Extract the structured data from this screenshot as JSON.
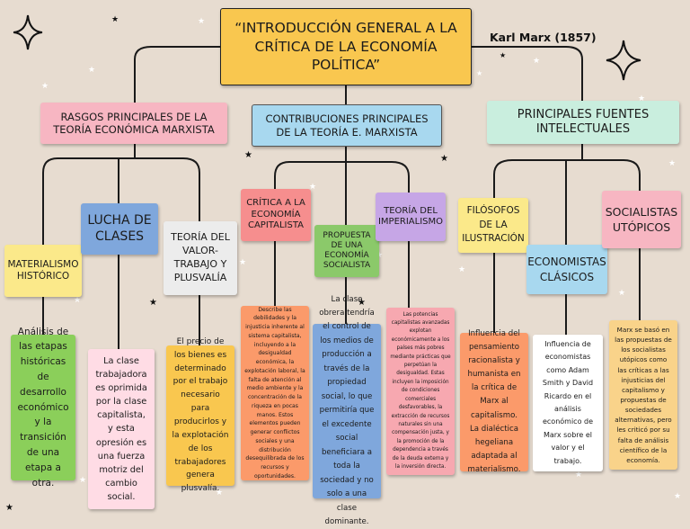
{
  "title": "“INTRODUCCIÓN GENERAL A LA CRÍTICA DE LA ECONOMÍA POLÍTICA”",
  "author": "Karl Marx (1857)",
  "colors": {
    "background": "#e7dcd0",
    "title": "#f9c74f",
    "pink": "#f7b6c2",
    "lightblue": "#a8d8ef",
    "mint": "#c9eede",
    "blue": "#7fa7dc",
    "yellow": "#fbe98a",
    "lightgray": "#ececec",
    "coral": "#f68e8e",
    "green": "#8bc96a",
    "lavender": "#c6a6e6",
    "green_leaf": "#8bcf5a",
    "pink_leaf": "#ffdce5",
    "orange_leaf": "#f9c74f",
    "salmon_leaf": "#fb9a6a",
    "blue_leaf": "#7fa7dc",
    "peach_leaf": "#f7a8b0",
    "lines": "#1a1a1a"
  },
  "branches": {
    "rasgos": "RASGOS PRINCIPALES DE LA TEORÍA ECONÓMICA MARXISTA",
    "contribuciones": "CONTRIBUCIONES PRINCIPALES DE LA TEORÍA E. MARXISTA",
    "fuentes": "PRINCIPALES FUENTES INTELECTUALES"
  },
  "subnodes": {
    "materialismo": "MATERIALISMO HISTÓRICO",
    "lucha": "LUCHA DE CLASES",
    "valor": "TEORÍA DEL VALOR-TRABAJO Y PLUSVALÍA",
    "critica": "CRÍTICA A LA ECONOMÍA CAPITALISTA",
    "propuesta": "PROPUESTA DE UNA ECONOMÍA SOCIALISTA",
    "imperialismo": "TEORÍA DEL IMPERIALISMO",
    "filosofos": "FILÓSOFOS DE LA ILUSTRACIÓN",
    "economistas": "ECONOMISTAS CLÁSICOS",
    "socialistas": "SOCIALISTAS UTÓPICOS"
  },
  "leaves": {
    "materialismo": "Análisis de las etapas históricas de desarrollo económico y la transición de una etapa a otra.",
    "lucha": "La clase trabajadora es oprimida por la clase capitalista, y esta opresión es una fuerza motriz del cambio social.",
    "valor": "El precio de los bienes es determinado por el trabajo necesario para producirlos y la explotación de los trabajadores genera plusvalía.",
    "critica": "Describe las debilidades y la injusticia inherente al sistema capitalista, incluyendo a la desigualdad económica, la explotación laboral, la falta de atención al medio ambiente y la concentración de la riqueza en pocas manos. Estos elementos pueden generar conflictos sociales y una distribución desequilibrada de los recursos y oportunidades.",
    "propuesta": "La clase obrera tendría el control de los medios de producción a través de la propiedad social, lo que permitiría que el excedente social beneficiara a toda la sociedad y no solo a una clase dominante.",
    "imperialismo": "Las potencias capitalistas avanzadas explotan económicamente a los países más pobres mediante prácticas que perpetúan la desigualdad. Estas incluyen la imposición de condiciones comerciales desfavorables, la extracción de recursos naturales sin una compensación justa, y la promoción de la dependencia a través de la deuda externa y la inversión directa.",
    "filosofos": "Influencia del pensamiento racionalista y humanista en la crítica de Marx al capitalismo. La dialéctica hegeliana adaptada al materialismo.",
    "economistas": "Influencia de economistas como Adam Smith y David Ricardo en el análisis económico de Marx sobre el valor y el trabajo.",
    "socialistas": "Marx se basó en las propuestas de los socialistas utópicos como las críticas a las injusticias del capitalismo y propuestas de sociedades alternativas, pero les criticó por su falta de análisis científico de la economía."
  },
  "decorations": {
    "big_star": "star-outline-icon",
    "small_star": "star-icon"
  }
}
